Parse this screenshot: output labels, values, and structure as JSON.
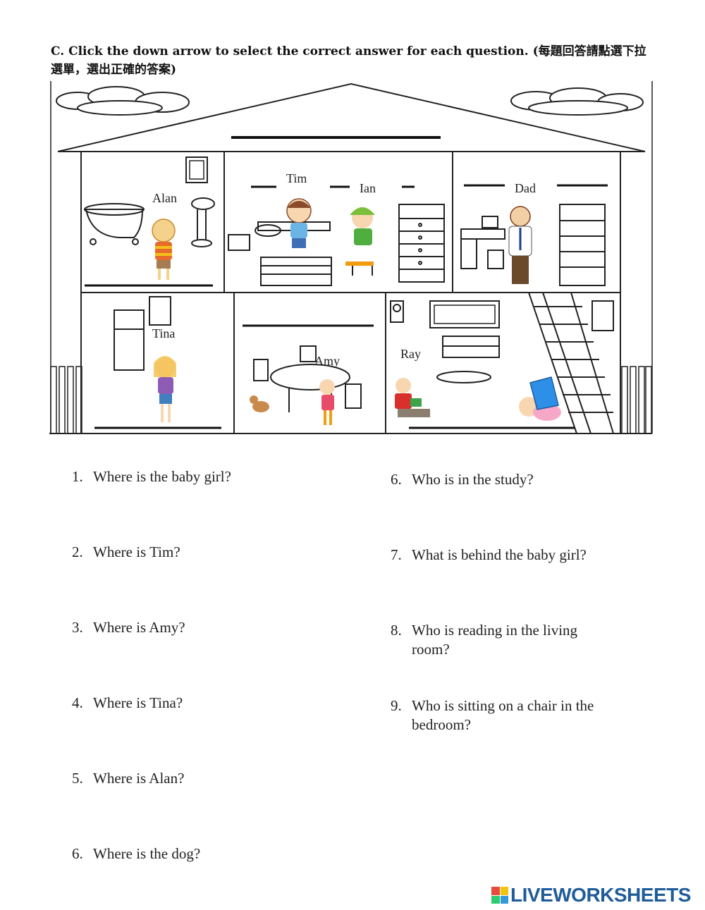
{
  "instruction": "C. Click the down arrow to select the correct answer for each question. (每題回答請點選下拉選單，選出正確的答案)",
  "house": {
    "labels": {
      "alan": "Alan",
      "tim": "Tim",
      "ian": "Ian",
      "dad": "Dad",
      "tina": "Tina",
      "amy": "Amy",
      "ray": "Ray"
    }
  },
  "questions_left": [
    {
      "num": "1.",
      "text": "Where is the baby girl?"
    },
    {
      "num": "2.",
      "text": "Where is Tim?"
    },
    {
      "num": "3.",
      "text": "Where is Amy?"
    },
    {
      "num": "4.",
      "text": "Where is Tina?"
    },
    {
      "num": "5.",
      "text": "Where is Alan?"
    },
    {
      "num": "6.",
      "text": "Where is the dog?"
    }
  ],
  "questions_right": [
    {
      "num": "6.",
      "text": "Who is in the study?"
    },
    {
      "num": "7.",
      "text": "What is behind the baby girl?"
    },
    {
      "num": "8.",
      "text": "Who is reading in the living room?"
    },
    {
      "num": "9.",
      "text": "Who is sitting on a chair in the bedroom?"
    }
  ],
  "footer": {
    "brand": "LIVEWORKSHEETS",
    "colors": {
      "brand": "#1f5c99",
      "badge": [
        "#e74c3c",
        "#f1c40f",
        "#2ecc71",
        "#3498db"
      ]
    }
  }
}
